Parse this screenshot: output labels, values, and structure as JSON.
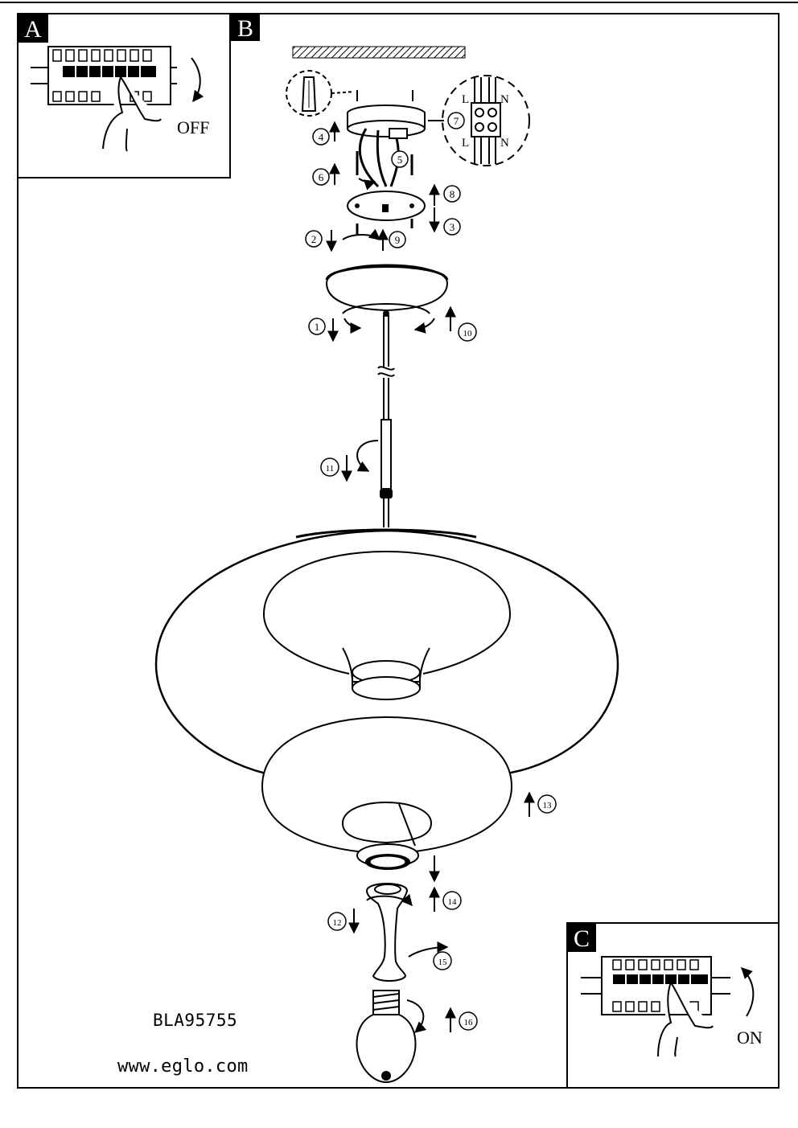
{
  "panels": {
    "a": {
      "letter": "A",
      "action": "OFF"
    },
    "b": {
      "letter": "B"
    },
    "c": {
      "letter": "C",
      "action": "ON"
    }
  },
  "wiring": {
    "live": "L",
    "neutral": "N"
  },
  "steps": [
    "1",
    "2",
    "3",
    "4",
    "5",
    "6",
    "7",
    "8",
    "9",
    "10",
    "11",
    "12",
    "13",
    "14",
    "15",
    "16"
  ],
  "model_code": "BLA95755",
  "website": "www.eglo.com"
}
